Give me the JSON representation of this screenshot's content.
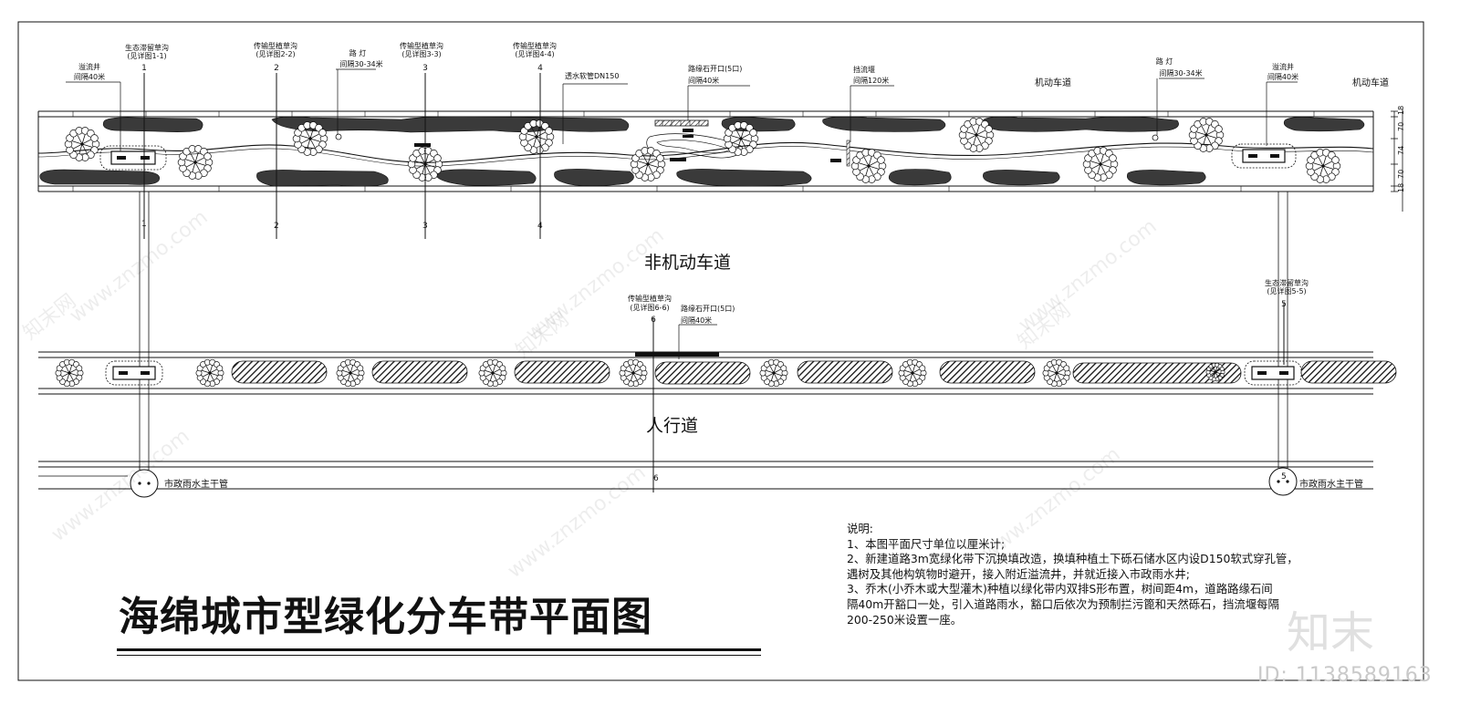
{
  "title": "海绵城市型绿化分车带平面图",
  "roads": {
    "motor_1": "机动车道",
    "motor_2": "机动车道",
    "non_motor": "非机动车道",
    "pedestrian": "人行道"
  },
  "callouts": {
    "eco_ditch_1": [
      "生态滞留草沟",
      "(见详图1-1)"
    ],
    "overflow_well_1": [
      "溢流井",
      "间隔40米"
    ],
    "trans_ditch_2": [
      "传输型植草沟",
      "(见详图2-2)"
    ],
    "street_lamp_1": [
      "路 灯",
      "间隔30-34米"
    ],
    "trans_ditch_3": [
      "传输型植草沟",
      "(见详图3-3)"
    ],
    "trans_ditch_4": [
      "传输型植草沟",
      "(见详图4-4)"
    ],
    "perm_pipe": [
      "透水软管DN150"
    ],
    "curb_opening_1": [
      "路缘石开口(5口)",
      "间隔40米"
    ],
    "weir": [
      "挡流堰",
      "间隔120米"
    ],
    "street_lamp_2": [
      "路 灯",
      "间隔30-34米"
    ],
    "overflow_well_2": [
      "溢流井",
      "间隔40米"
    ],
    "trans_ditch_6": [
      "传输型植草沟",
      "(见详图6-6)"
    ],
    "curb_opening_2": [
      "路缘石开口(5口)",
      "间隔40米"
    ],
    "eco_ditch_5": [
      "生态滞留草沟",
      "(见详图5-5)"
    ]
  },
  "section_marks": {
    "s1": "1",
    "s2": "2",
    "s3": "3",
    "s4": "4",
    "s5": "5",
    "s6": "6"
  },
  "dimensions": [
    "18",
    "70",
    "74",
    "70",
    "18"
  ],
  "pipe_labels": {
    "left": "市政雨水主干管",
    "right": "市政雨水主干管"
  },
  "notes": {
    "heading": "说明:",
    "lines": [
      "1、本图平面尺寸单位以厘米计;",
      "2、新建道路3m宽绿化带下沉换填改造，换填种植土下砾石储水区内设D150软式穿孔管，",
      "遇树及其他构筑物时避开，接入附近溢流井，并就近接入市政雨水井;",
      "3、乔木(小乔木或大型灌木)种植以绿化带内双排S形布置，树间距4m，道路路缘石间",
      "隔40m开豁口一处，引入道路雨水，豁口后依次为预制拦污篦和天然砾石，挡流堰每隔",
      "200-250米设置一座。"
    ]
  },
  "watermark": {
    "id": "ID: 1138589163",
    "logo": "知末",
    "site": "www.znzmo.com",
    "brand": "知末网"
  },
  "colors": {
    "ink": "#111111",
    "watermark": "#c9c9c9"
  }
}
